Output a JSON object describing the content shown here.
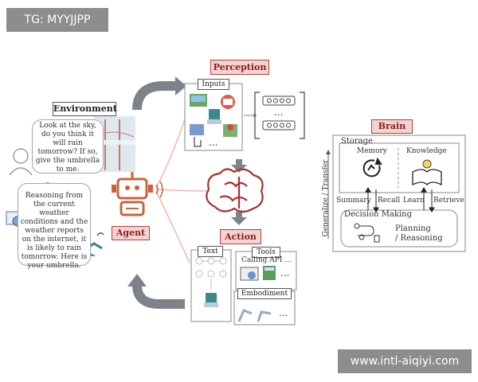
{
  "watermarks": {
    "top": "TG: MYYJJPP",
    "bottom": "www.intl-aiqiyi.com"
  },
  "environment": {
    "title": "Environment",
    "question": "Look at the sky, do you think it will rain tomorrow? If so, give the umbrella to me."
  },
  "agent": {
    "label": "Agent",
    "reply": "Reasoning from the current weather conditions and the weather reports on the internet, it is likely to rain tomorrow. Here is your umbrella."
  },
  "perception": {
    "title": "Perception",
    "inputs_label": "Inputs",
    "ellipsis": "..."
  },
  "action": {
    "title": "Action",
    "text_label": "Text",
    "tools_label": "Tools",
    "calling_api": "Calling API ...",
    "embodiment_label": "Embodiment",
    "ellipsis": "..."
  },
  "brain": {
    "title": "Brain",
    "storage_label": "Storage",
    "memory_label": "Memory",
    "knowledge_label": "Knowledge",
    "summary": "Summary",
    "recall": "Recall",
    "learn": "Learn",
    "retrieve": "Retrieve",
    "decision_label": "Decision Making",
    "planning": "Planning",
    "reasoning": "/ Reasoning",
    "side_label": "Generalize / Transfer"
  },
  "colors": {
    "accent_red": "#b0443e",
    "tag_fill": "#f4d2d0",
    "arrow_gray": "#7d8389",
    "agent_orange": "#c8643c"
  }
}
